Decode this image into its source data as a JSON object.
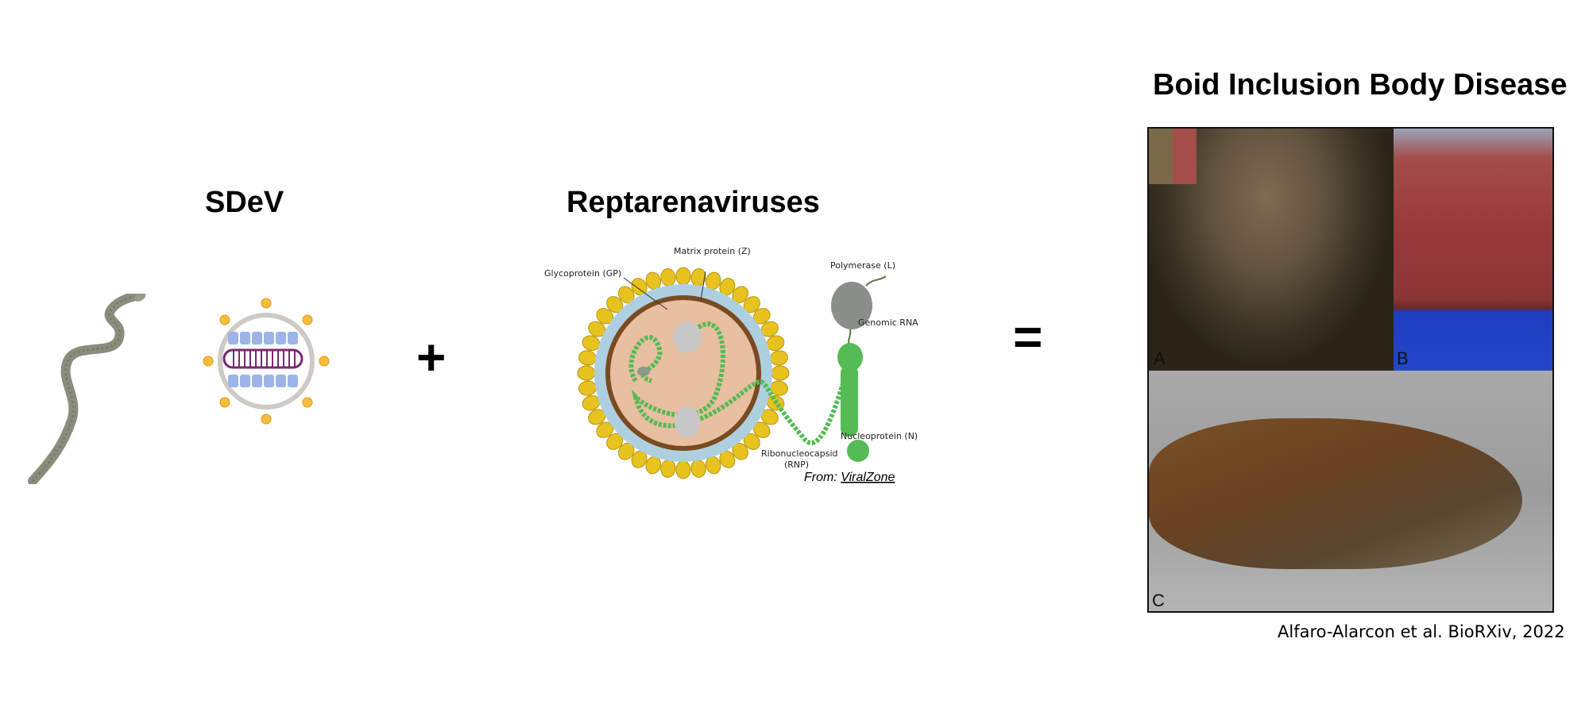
{
  "panels": {
    "sdev": {
      "title": "SDeV",
      "icons": [
        "snake-icon",
        "sdev-virion-icon"
      ]
    },
    "operator_plus": "+",
    "reptarenaviruses": {
      "title": "Reptarenaviruses",
      "labels": {
        "glycoprotein": "Glycoprotein (GP)",
        "matrix_protein": "Matrix protein (Z)",
        "polymerase": "Polymerase (L)",
        "genomic_rna": "Genomic RNA",
        "nucleoprotein": "Nucleoprotein (N)",
        "ribonucleocapsid_line1": "Ribonucleocapsid",
        "ribonucleocapsid_line2": "(RNP)"
      },
      "source_prefix": "From: ",
      "source_name": "ViralZone"
    },
    "operator_equals": "=",
    "bibd": {
      "title": "Boid Inclusion Body Disease",
      "photo_labels": [
        "A",
        "B",
        "C"
      ],
      "citation": "Alfaro-Alarcon et al. BioRXiv, 2022"
    }
  },
  "colors": {
    "glycoprotein": "#e8c21e",
    "membrane": "#aecfe0",
    "matrix": "#7a4a22",
    "interior": "#e8bfa0",
    "rnp": "#55bb55",
    "sdev_capsid": "#9db4e8",
    "sdev_rna": "#7a2a6e",
    "sdev_spike": "#f0b030"
  }
}
